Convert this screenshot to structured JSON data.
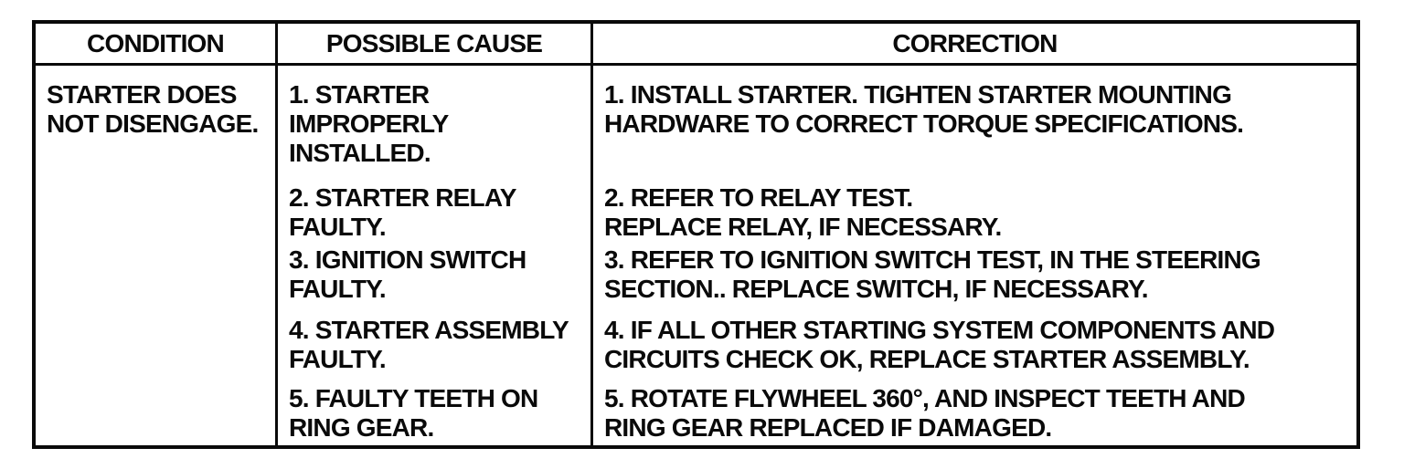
{
  "table": {
    "title": "starter-troubleshooting-chart",
    "headers": [
      "CONDITION",
      "POSSIBLE CAUSE",
      "CORRECTION"
    ],
    "row": {
      "condition": "STARTER DOES\nNOT DISENGAGE.",
      "causes": [
        "1. STARTER\nIMPROPERLY\nINSTALLED.",
        "2. STARTER RELAY\nFAULTY.",
        "3. IGNITION SWITCH\nFAULTY.",
        "4. STARTER ASSEMBLY\nFAULTY.",
        "5. FAULTY TEETH ON\nRING GEAR."
      ],
      "corrections": [
        "1. INSTALL STARTER. TIGHTEN STARTER MOUNTING\nHARDWARE TO CORRECT TORQUE SPECIFICATIONS.",
        "2. REFER TO RELAY TEST.\nREPLACE RELAY, IF NECESSARY.",
        "3. REFER TO IGNITION SWITCH TEST, IN THE STEERING\nSECTION.. REPLACE SWITCH, IF NECESSARY.",
        "4. IF ALL OTHER STARTING SYSTEM COMPONENTS AND\nCIRCUITS CHECK OK, REPLACE STARTER ASSEMBLY.",
        "5. ROTATE FLYWHEEL 360°, AND INSPECT TEETH AND\nRING GEAR REPLACED IF DAMAGED."
      ]
    }
  }
}
